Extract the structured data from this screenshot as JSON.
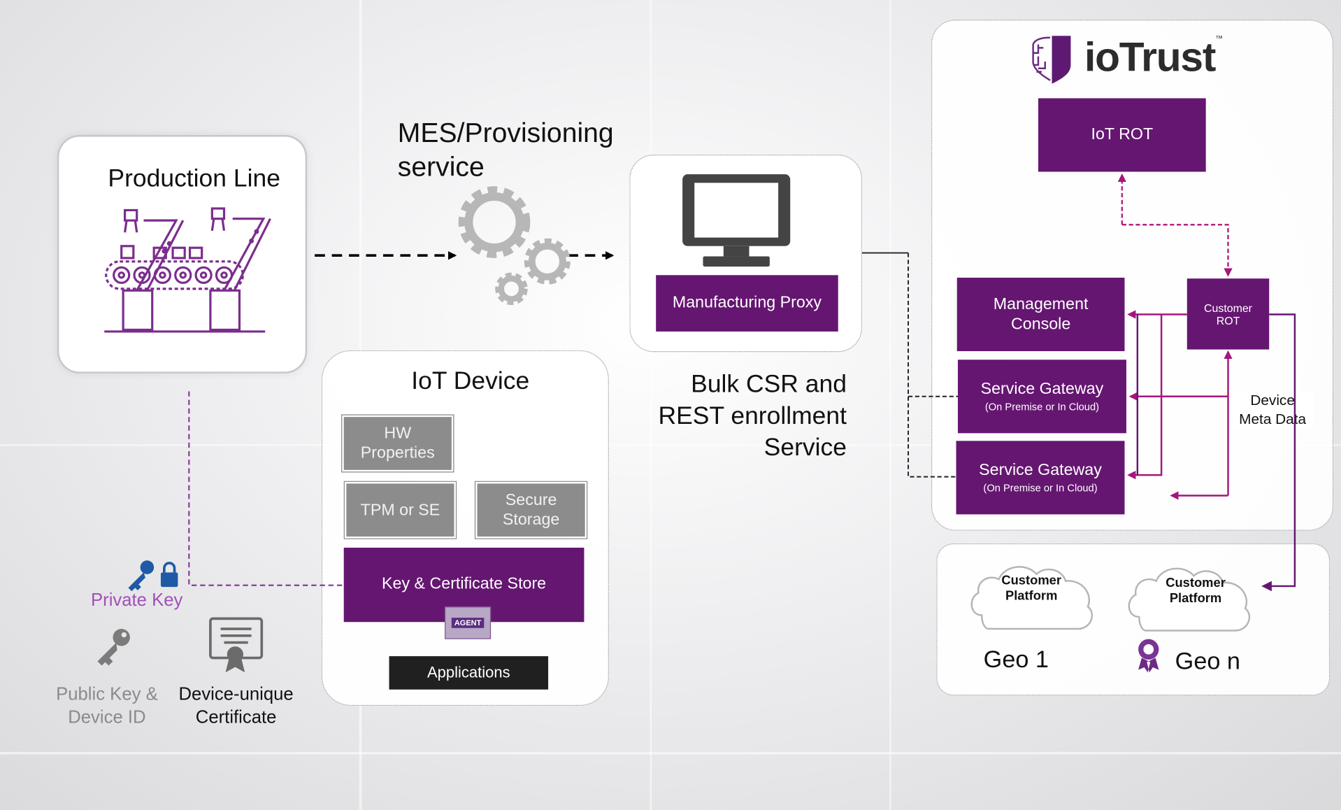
{
  "production_line": {
    "title": "Production Line"
  },
  "mes": {
    "label_line1": "MES/Provisioning",
    "label_line2": "service"
  },
  "manufacturing_proxy": {
    "label": "Manufacturing Proxy"
  },
  "bulk_csr": {
    "line1": "Bulk CSR and",
    "line2": "REST enrollment",
    "line3": "Service"
  },
  "iot_device": {
    "title": "IoT Device",
    "hw_line1": "HW",
    "hw_line2": "Properties",
    "tpm": "TPM or SE",
    "secure_line1": "Secure",
    "secure_line2": "Storage",
    "key_store": "Key & Certificate Store",
    "agent_badge": "AGENT",
    "applications": "Applications"
  },
  "keys": {
    "private_key": "Private Key",
    "public_line1": "Public Key &",
    "public_line2": "Device ID",
    "cert_line1": "Device-unique",
    "cert_line2": "Certificate"
  },
  "iotrust": {
    "logo_text": "ioTrust",
    "trademark": "™",
    "iot_rot": "IoT ROT",
    "mgmt_line1": "Management",
    "mgmt_line2": "Console",
    "customer_rot_line1": "Customer",
    "customer_rot_line2": "ROT",
    "sg1_title": "Service Gateway",
    "sg1_sub": "(On Premise or In Cloud)",
    "sg2_title": "Service Gateway",
    "sg2_sub": "(On Premise or In Cloud)",
    "meta_line1": "Device",
    "meta_line2": "Meta Data"
  },
  "geo": {
    "cloud1_line1": "Customer",
    "cloud1_line2": "Platform",
    "cloud2_line1": "Customer",
    "cloud2_line2": "Platform",
    "geo1": "Geo 1",
    "geon": "Geo n"
  },
  "colors": {
    "purple": "#651671",
    "magenta": "#a4167c",
    "gray_box": "#8c8c8c",
    "dark": "#202020"
  }
}
